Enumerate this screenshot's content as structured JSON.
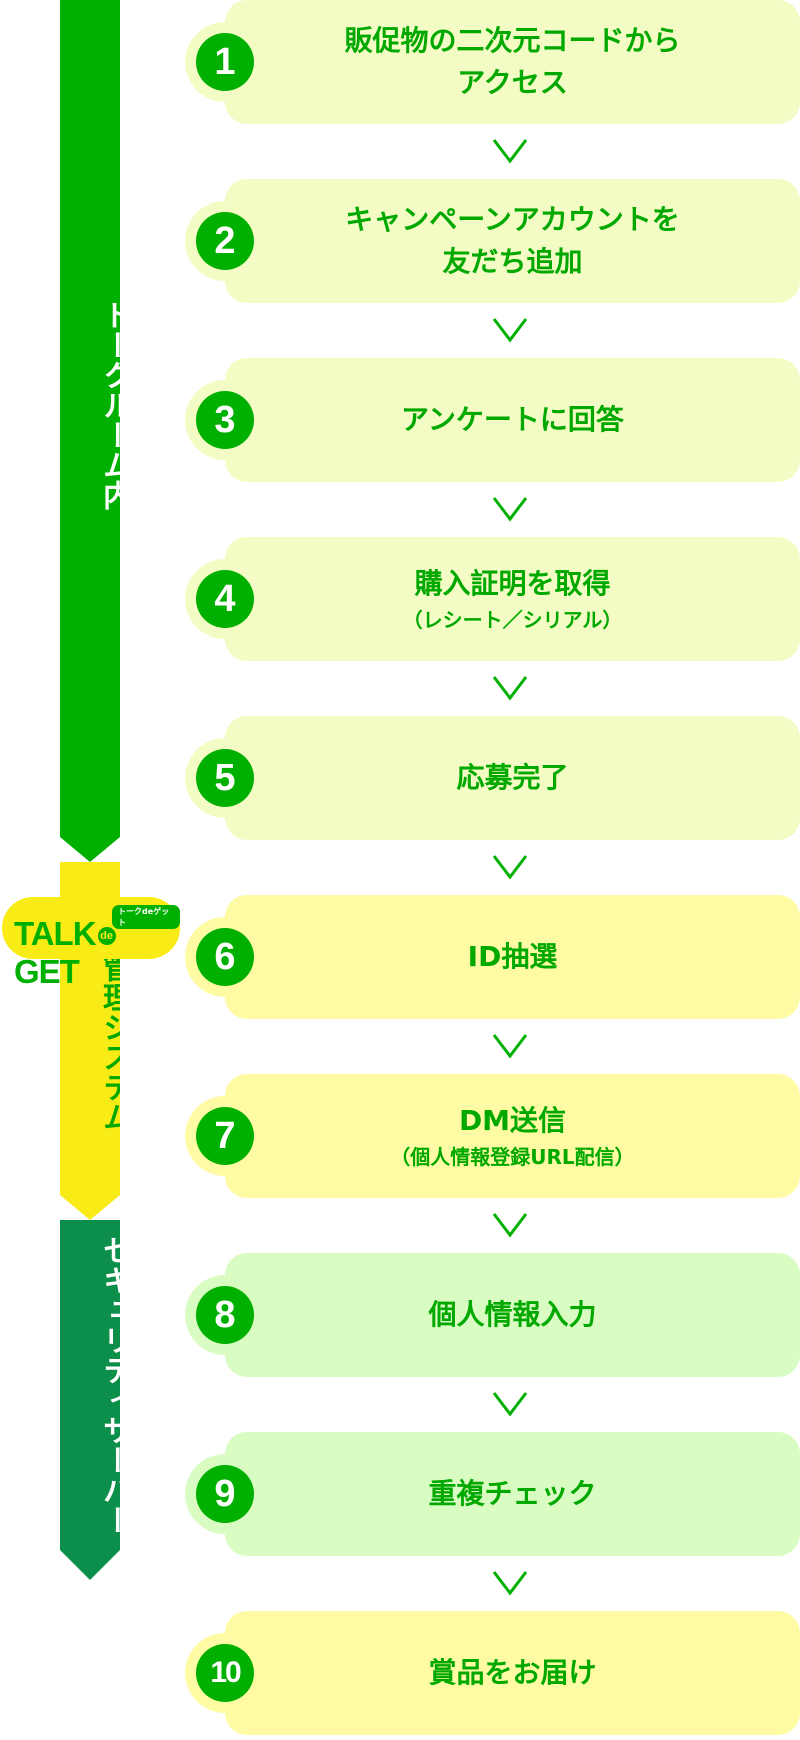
{
  "phases": [
    {
      "label": "トークルーム内",
      "color": "#00b000",
      "text_color": "#ffffff"
    },
    {
      "label": "管理システム",
      "color": "#f9ec16",
      "text_color": "#00a800"
    },
    {
      "label": "セキュリティサーバー",
      "color": "#0b8f4a",
      "text_color": "#ffffff"
    }
  ],
  "logo": {
    "word_left": "TALK",
    "de": "de",
    "word_right": "GET",
    "tag": "トークdeゲット"
  },
  "steps": [
    {
      "number": "1",
      "title": "販促物の二次元コードから\nアクセス",
      "sub": "",
      "bg": "#f3fcc4"
    },
    {
      "number": "2",
      "title": "キャンペーンアカウントを\n友だち追加",
      "sub": "",
      "bg": "#f3fcc4"
    },
    {
      "number": "3",
      "title": "アンケートに回答",
      "sub": "",
      "bg": "#f3fcc4"
    },
    {
      "number": "4",
      "title": "購入証明を取得",
      "sub": "（レシート／シリアル）",
      "bg": "#f3fcc4"
    },
    {
      "number": "5",
      "title": "応募完了",
      "sub": "",
      "bg": "#f3fcc4"
    },
    {
      "number": "6",
      "title": "ID抽選",
      "sub": "",
      "bg": "#fffba4"
    },
    {
      "number": "7",
      "title": "DM送信",
      "sub": "（個人情報登録URL配信）",
      "bg": "#fffba4"
    },
    {
      "number": "8",
      "title": "個人情報入力",
      "sub": "",
      "bg": "#d9fcc2"
    },
    {
      "number": "9",
      "title": "重複チェック",
      "sub": "",
      "bg": "#d9fcc2"
    },
    {
      "number": "10",
      "title": "賞品をお届け",
      "sub": "",
      "bg": "#fffba4"
    }
  ],
  "accent": "#00b000"
}
